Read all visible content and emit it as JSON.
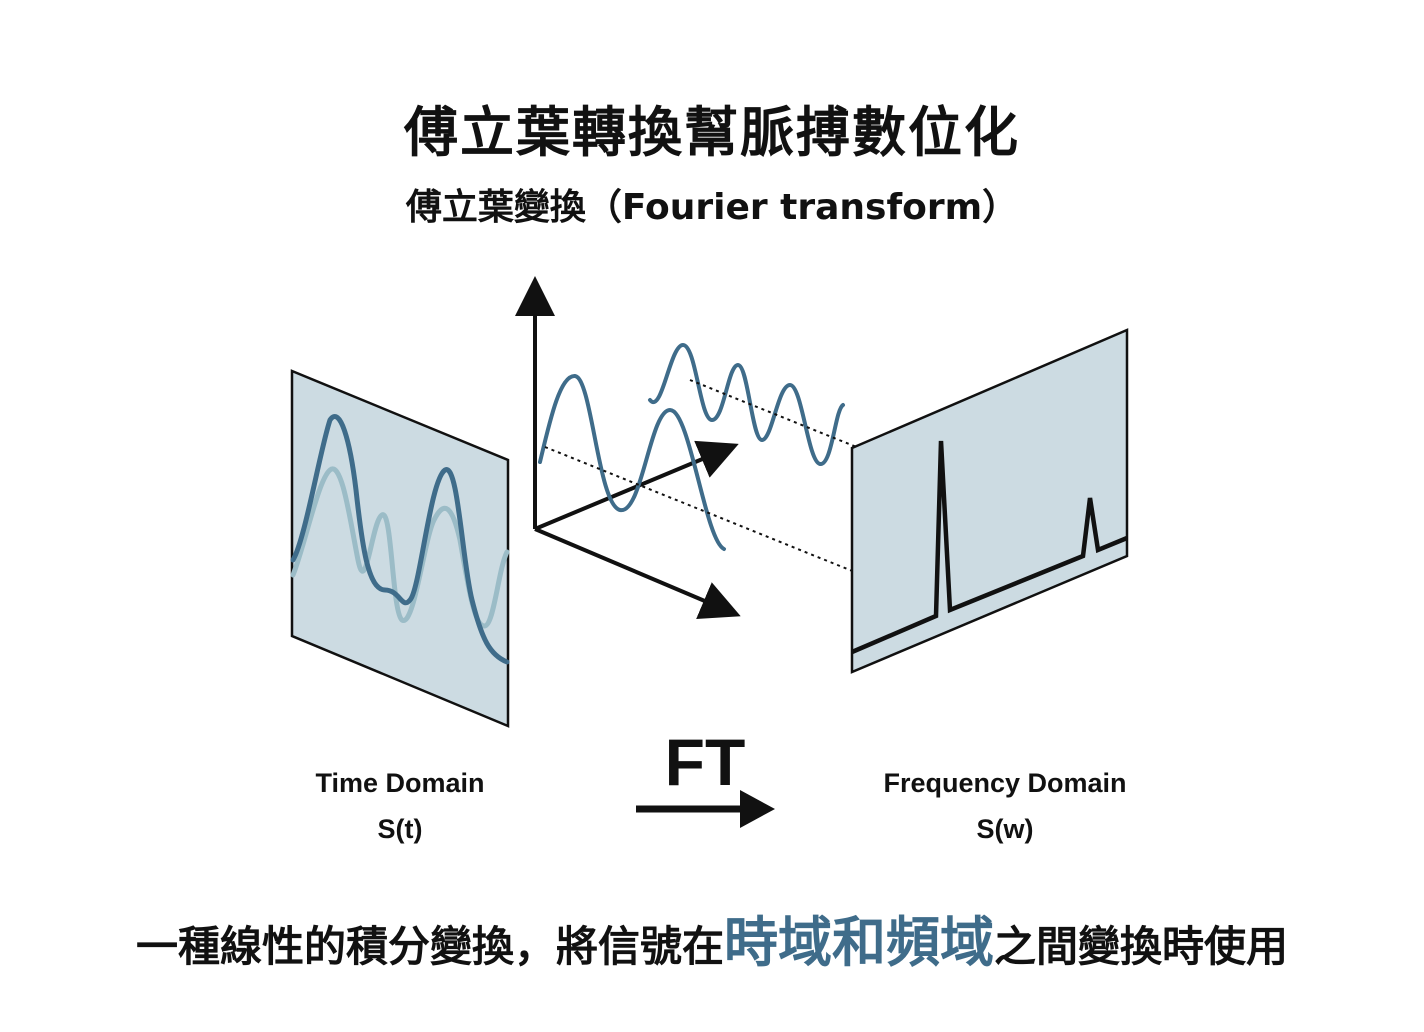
{
  "title": "傅立葉轉換幫脈搏數位化",
  "subtitle": "傅立葉變換（Fourier transform）",
  "time_domain": {
    "label": "Time Domain",
    "symbol": "S(t)"
  },
  "frequency_domain": {
    "label": "Frequency Domain",
    "symbol": "S(w)"
  },
  "transform": {
    "label": "FT"
  },
  "footer": {
    "before": "一種線性的積分變換，將信號在",
    "highlight": "時域和頻域",
    "after": "之間變換時使用"
  },
  "colors": {
    "panel_fill": "#ccdbe2",
    "wave_dark": "#3f6c8a",
    "wave_light": "#9bbcc7",
    "highlight": "#3f6c8a",
    "ink": "#111111"
  }
}
